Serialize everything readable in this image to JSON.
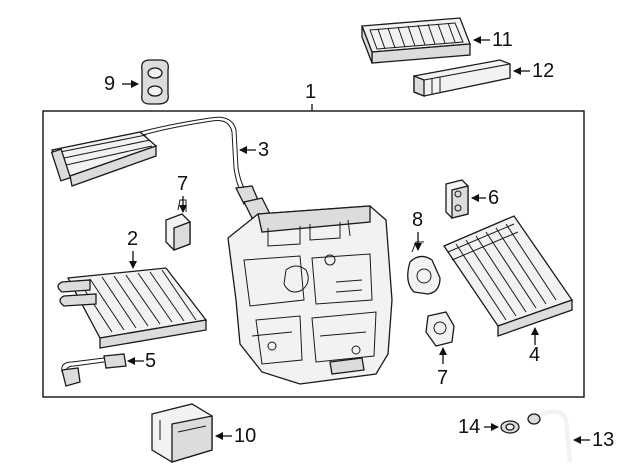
{
  "callouts": {
    "c1": "1",
    "c2": "2",
    "c3": "3",
    "c4": "4",
    "c5": "5",
    "c6": "6",
    "c7a": "7",
    "c7b": "7",
    "c8": "8",
    "c9": "9",
    "c10": "10",
    "c11": "11",
    "c12": "12",
    "c13": "13",
    "c14": "14"
  }
}
